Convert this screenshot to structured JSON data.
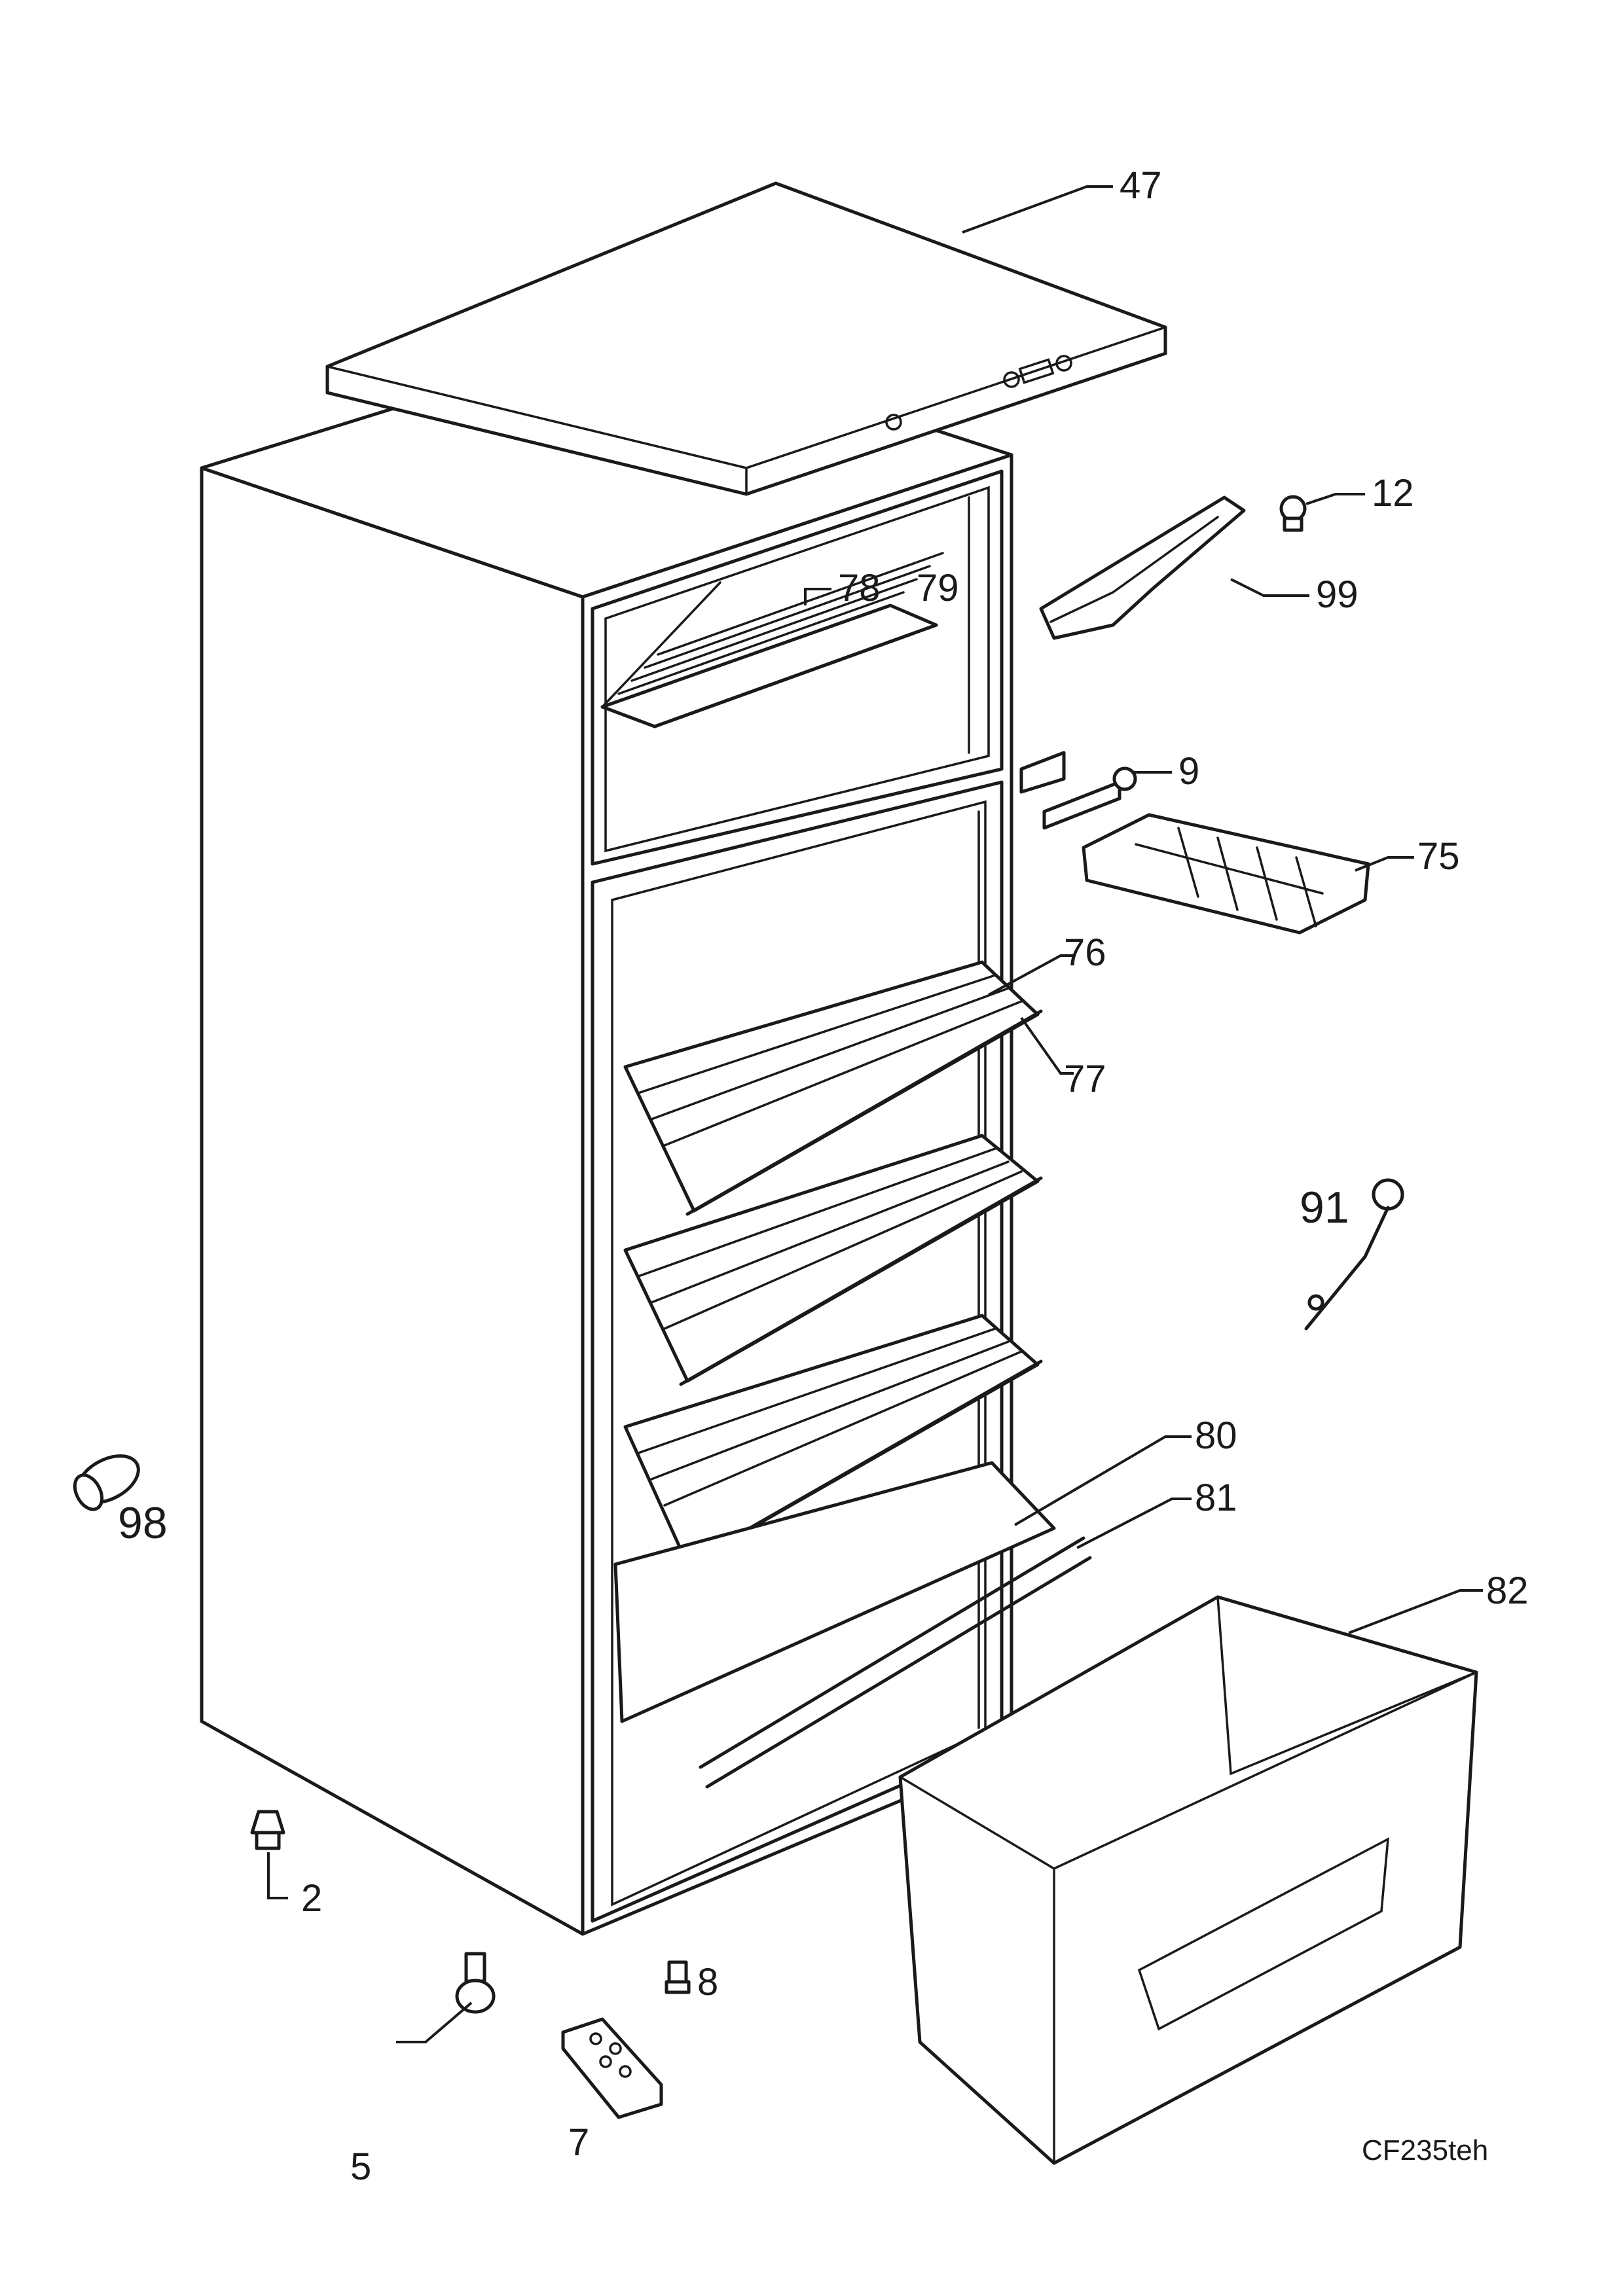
{
  "drawing_ref": "CF235teh",
  "parts": [
    {
      "id": "p47",
      "number": "47"
    },
    {
      "id": "p12",
      "number": "12"
    },
    {
      "id": "p99",
      "number": "99"
    },
    {
      "id": "p78",
      "number": "78"
    },
    {
      "id": "p79",
      "number": "79"
    },
    {
      "id": "p9",
      "number": "9"
    },
    {
      "id": "p75",
      "number": "75"
    },
    {
      "id": "p76",
      "number": "76"
    },
    {
      "id": "p77",
      "number": "77"
    },
    {
      "id": "p91",
      "number": "91"
    },
    {
      "id": "p80",
      "number": "80"
    },
    {
      "id": "p81",
      "number": "81"
    },
    {
      "id": "p98",
      "number": "98"
    },
    {
      "id": "p82",
      "number": "82"
    },
    {
      "id": "p2",
      "number": "2"
    },
    {
      "id": "p8",
      "number": "8"
    },
    {
      "id": "p7",
      "number": "7"
    },
    {
      "id": "p5",
      "number": "5"
    }
  ]
}
